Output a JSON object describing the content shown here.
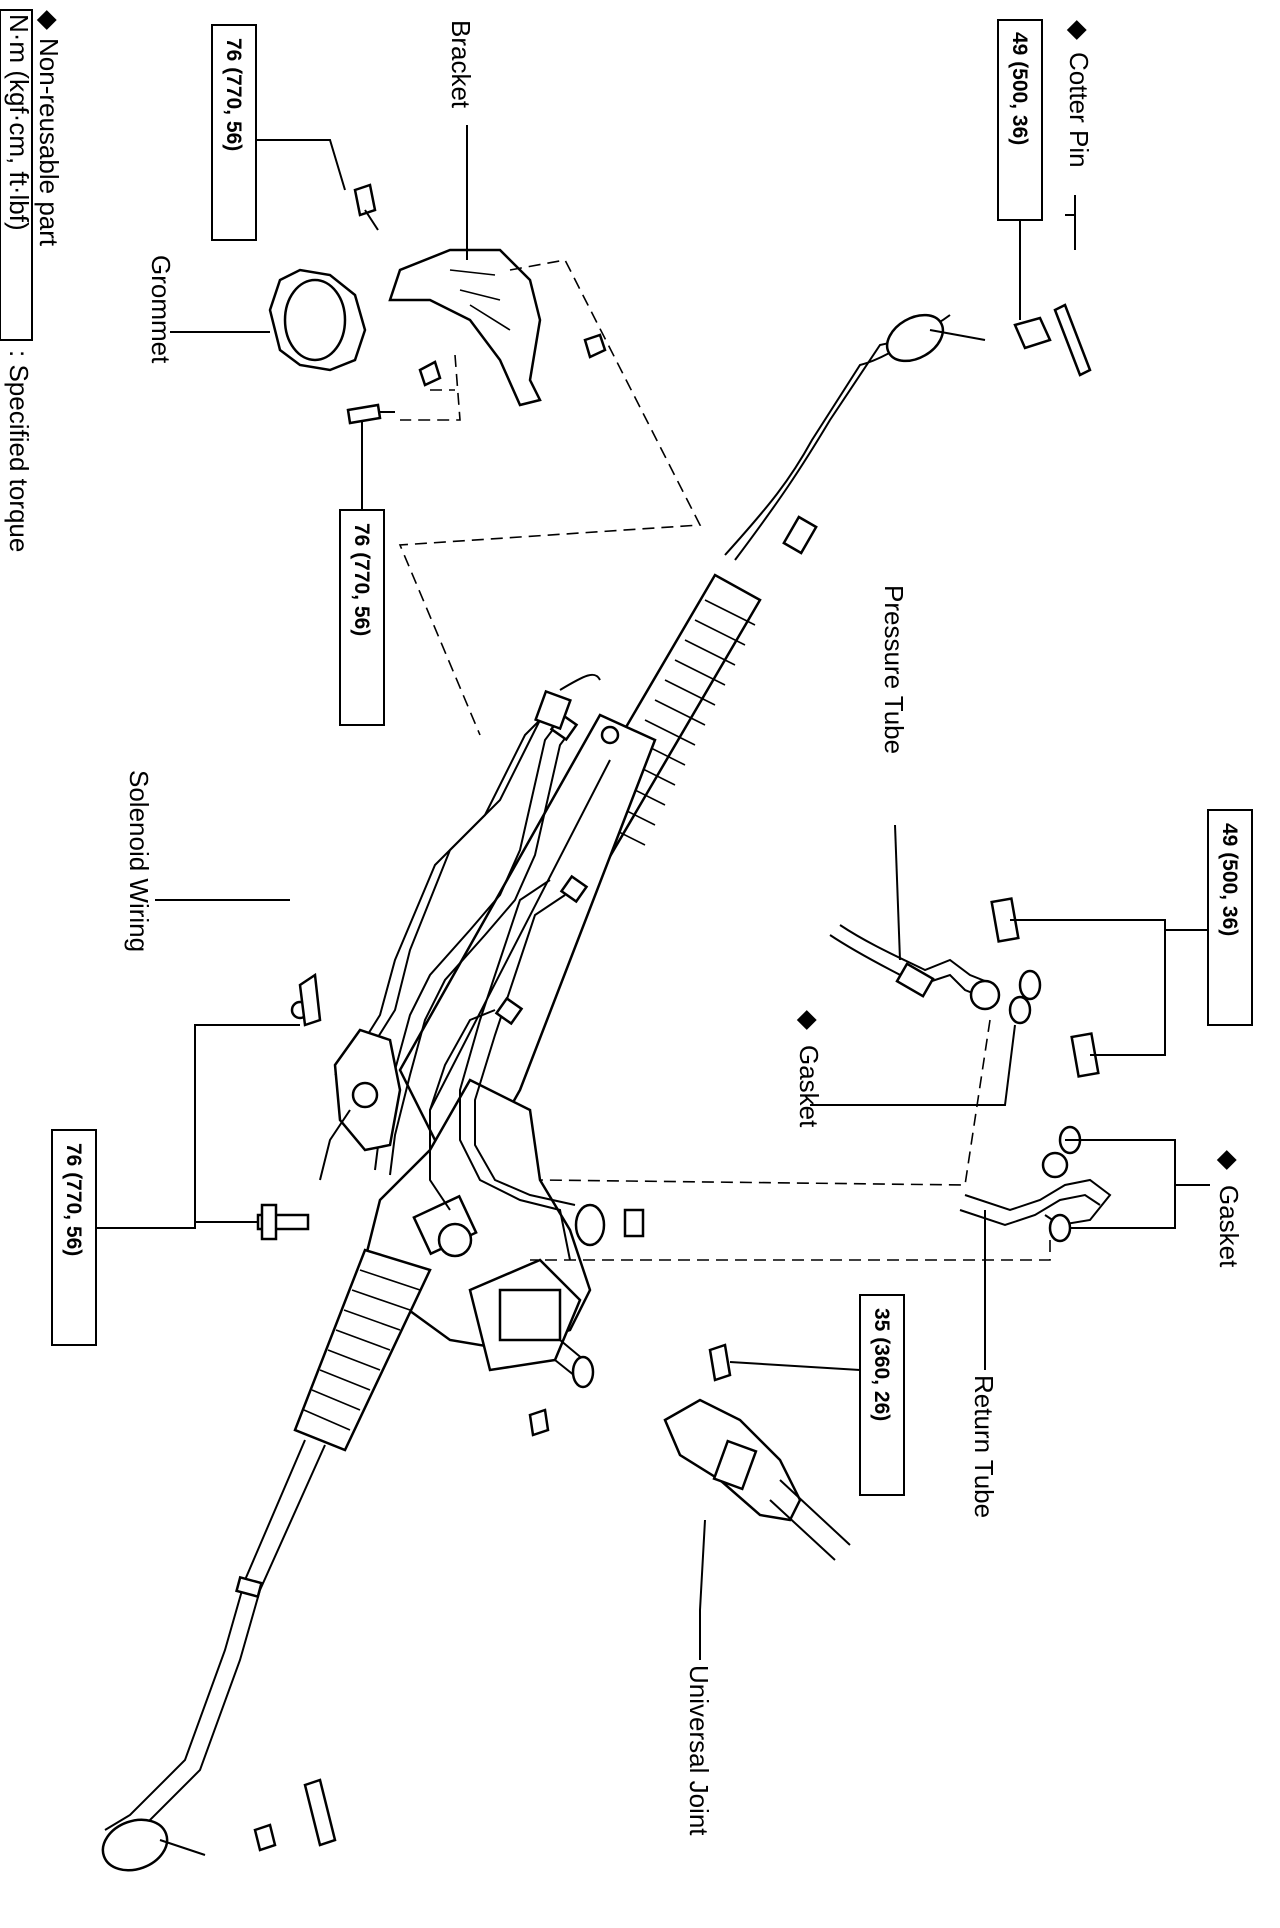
{
  "labels": {
    "cotter_pin": "Cotter Pin",
    "bracket": "Bracket",
    "grommet": "Grommet",
    "pressure_tube": "Pressure Tube",
    "solenoid_wiring": "Solenoid Wiring",
    "gasket_1": "Gasket",
    "gasket_2": "Gasket",
    "return_tube": "Return Tube",
    "universal_joint": "Universal Joint"
  },
  "torques": {
    "cotter_nut": "49 (500, 36)",
    "bracket_bolt_upper": "76 (770, 56)",
    "bracket_bolt_lower": "76 (770, 56)",
    "union_bolts": "49 (500, 36)",
    "mount_bolt": "76 (770, 56)",
    "joint_bolt": "35 (360, 26)"
  },
  "legend": {
    "torque_unit": "N·m (kgf·cm, ft·lbf)",
    "torque_desc": ": Specified torque",
    "nonreusable_mark": "◆",
    "nonreusable_desc": "Non-reusable part"
  },
  "symbols": {
    "nonreusable": "◆"
  }
}
